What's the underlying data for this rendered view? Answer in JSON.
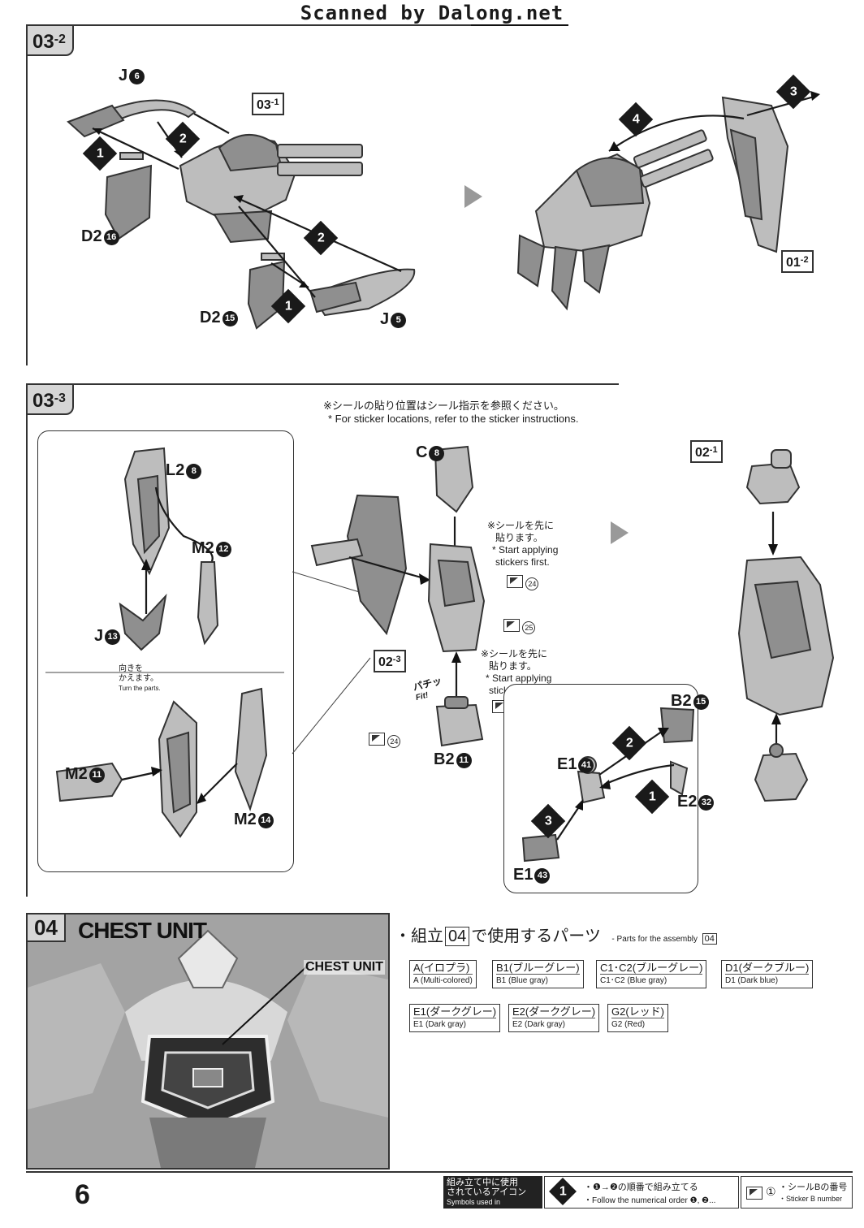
{
  "watermark": "Scanned by Dalong.net",
  "step_03_2": {
    "tag_main": "03",
    "tag_sub": "-2",
    "labels": {
      "j6": "J",
      "j6_num": "6",
      "d2a": "D2",
      "d2a_num": "16",
      "d2b": "D2",
      "d2b_num": "15",
      "j5": "J",
      "j5_num": "5"
    },
    "ref_03_1": {
      "main": "03",
      "sub": "-1"
    },
    "ref_01_2": {
      "main": "01",
      "sub": "-2"
    },
    "steps": [
      "1",
      "2",
      "2",
      "1",
      "3",
      "4"
    ]
  },
  "step_03_3": {
    "tag_main": "03",
    "tag_sub": "-3",
    "note_jp": "※シールの貼り位置はシール指示を参照ください。",
    "note_en": "* For sticker locations, refer to the sticker instructions.",
    "inset": {
      "l2": "L2",
      "l2_num": "8",
      "m2a": "M2",
      "m2a_num": "12",
      "j13": "J",
      "j13_num": "13",
      "turn_jp_1": "向きを",
      "turn_jp_2": "かえます。",
      "turn_en": "Turn the parts.",
      "m2b": "M2",
      "m2b_num": "11",
      "m2c": "M2",
      "m2c_num": "14"
    },
    "center": {
      "c8": "C",
      "c8_num": "8",
      "start_jp_1": "※シールを先に",
      "start_jp_2": "貼ります。",
      "start_en_1": "* Start applying",
      "start_en_2": "stickers first.",
      "sticker_24": "24",
      "sticker_25": "25",
      "ref_02_3": {
        "main": "02",
        "sub": "-3"
      },
      "fit_jp": "パチッ",
      "fit_en": "Fit!",
      "b2": "B2",
      "b2_num": "11"
    },
    "right": {
      "ref_02_1": {
        "main": "02",
        "sub": "-1"
      },
      "b2": "B2",
      "b2_num": "15",
      "e1a": "E1",
      "e1a_num": "41",
      "e2": "E2",
      "e2_num": "32",
      "e1b": "E1",
      "e1b_num": "43",
      "steps": [
        "2",
        "1",
        "3"
      ]
    }
  },
  "step_04": {
    "tag": "04",
    "title": "CHEST UNIT",
    "photo_label": "CHEST UNIT",
    "parts_prefix": "・組立",
    "parts_step": "04",
    "parts_suffix": "で使用するパーツ",
    "parts_en": "- Parts for the assembly",
    "parts_en_ref": "04",
    "parts": [
      {
        "jp": "A(イロプラ)",
        "en": "A (Multi-colored)"
      },
      {
        "jp": "B1(ブルーグレー)",
        "en": "B1 (Blue gray)"
      },
      {
        "jp": "C1･C2(ブルーグレー)",
        "en": "C1･C2 (Blue gray)"
      },
      {
        "jp": "D1(ダークブルー)",
        "en": "D1 (Dark blue)"
      },
      {
        "jp": "E1(ダークグレー)",
        "en": "E1 (Dark gray)"
      },
      {
        "jp": "E2(ダークグレー)",
        "en": "E2 (Dark gray)"
      },
      {
        "jp": "G2(レッド)",
        "en": "G2 (Red)"
      }
    ]
  },
  "footer": {
    "page_number": "6",
    "icons_jp_1": "組み立て中に使用",
    "icons_jp_2": "されているアイコン",
    "icons_en": "Symbols used in instructions",
    "order_num": "1",
    "order_jp": "・❶→❷の順番で組み立てる",
    "order_en": "・Follow the numerical order ❶, ❷...",
    "sticker_circle": "①",
    "sticker_jp": "・シールBの番号",
    "sticker_en": "・Sticker B number"
  }
}
